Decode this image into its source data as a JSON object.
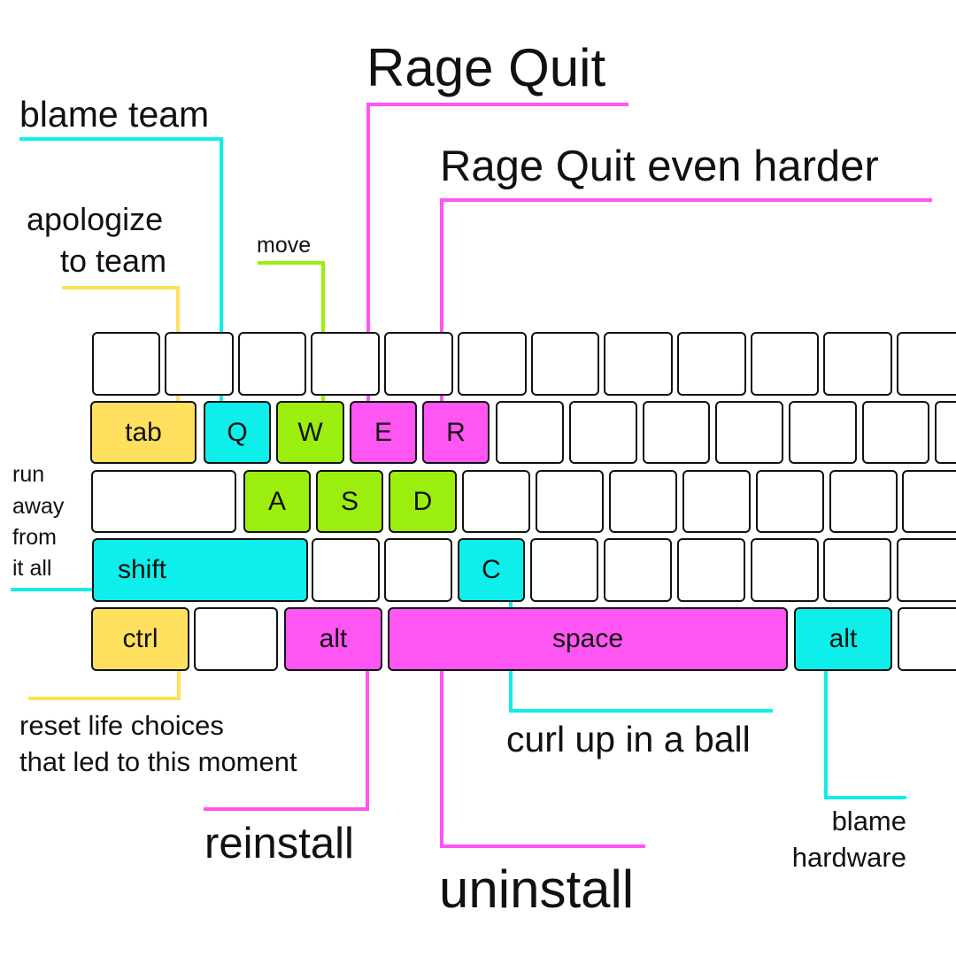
{
  "colors": {
    "yellow": "#ffe05e",
    "cyan": "#0eeeea",
    "green": "#9bee0e",
    "magenta": "#ff55f2"
  },
  "keys": {
    "tab": "tab",
    "q": "Q",
    "w": "W",
    "e": "E",
    "r": "R",
    "a": "A",
    "s": "S",
    "d": "D",
    "shift": "shift",
    "c": "C",
    "ctrl": "ctrl",
    "alt_left": "alt",
    "space": "space",
    "alt_right": "alt"
  },
  "labels": {
    "rage_quit": "Rage Quit",
    "blame_team": "blame team",
    "rage_quit_harder": "Rage Quit even harder",
    "apologize_line1": "apologize",
    "apologize_line2": "to team",
    "move": "move",
    "run_line1": "run",
    "run_line2": "away",
    "run_line3": "from",
    "run_line4": "it all",
    "reset_line1": "reset life choices",
    "reset_line2": "that led to this moment",
    "curl_up": "curl up in a ball",
    "reinstall": "reinstall",
    "uninstall": "uninstall",
    "blame_hw_line1": "blame",
    "blame_hw_line2": "hardware"
  }
}
